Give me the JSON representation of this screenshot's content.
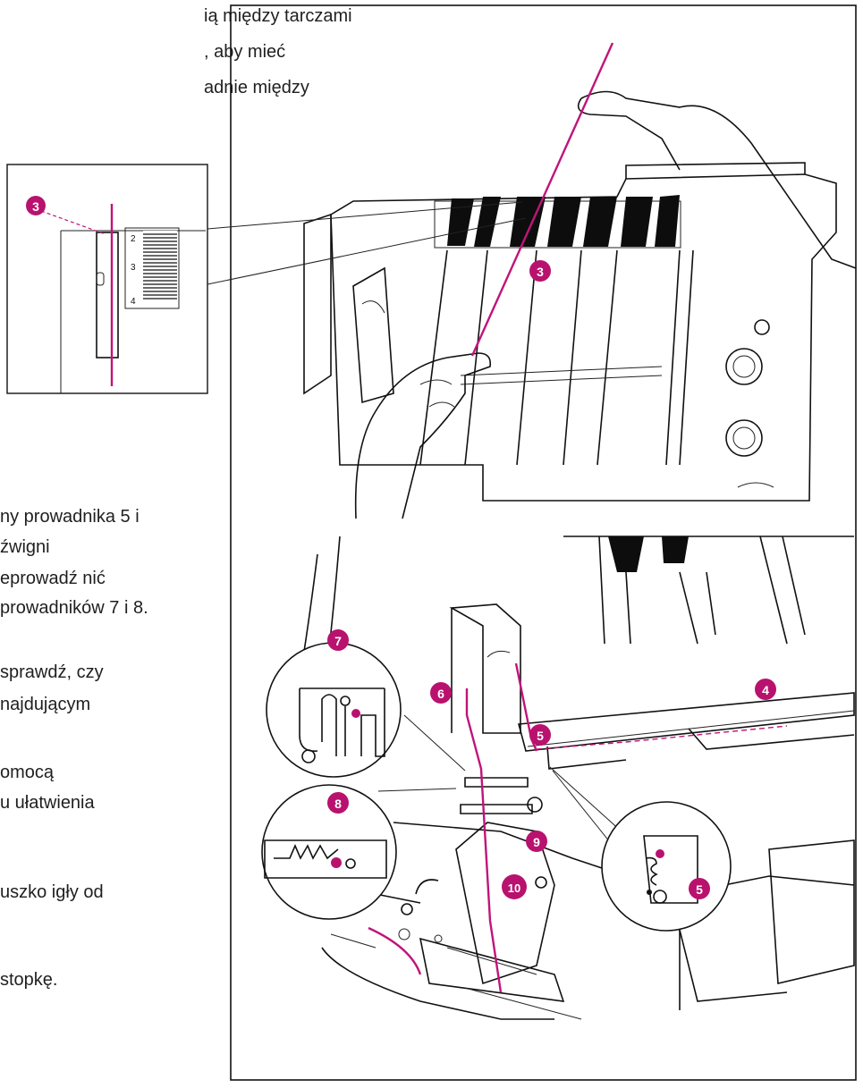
{
  "text": {
    "p1": [
      "ią między tarczami",
      ", aby mieć",
      "adnie między"
    ],
    "p2": [
      "ny prowadnika 5 i",
      "źwigni",
      "eprowadź  nić",
      " prowadników 7 i 8."
    ],
    "p3": [
      "sprawdź, czy",
      "najdującym"
    ],
    "p4": [
      "omocą",
      "u ułatwienia"
    ],
    "p5": [
      "uszko igły od"
    ],
    "p6": [
      " stopkę."
    ]
  },
  "labels": {
    "inset_top": "3",
    "main_top": "3",
    "l4": "4",
    "l5": "5",
    "l6": "6",
    "l7": "7",
    "l8": "8",
    "l9": "9",
    "l10": "10",
    "l5_inset": "5"
  },
  "scale": [
    "2",
    "3",
    "4"
  ],
  "colors": {
    "accent": "#b8126e",
    "thread": "#c0147a"
  }
}
